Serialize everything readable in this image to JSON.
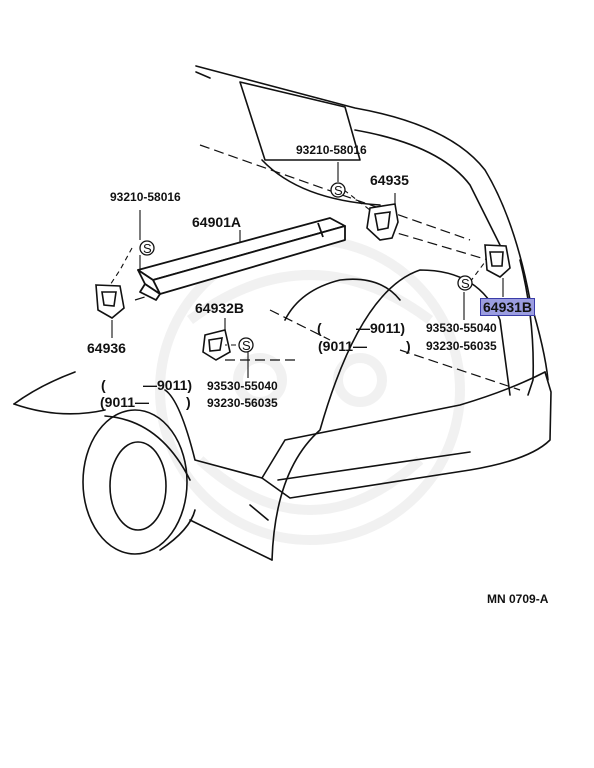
{
  "parts": {
    "bracket_93210_a": "93210-58016",
    "bracket_93210_b": "93210-58016",
    "rail": "64901A",
    "clip_64935": "64935",
    "clip_64936": "64936",
    "clip_64932b": "64932B",
    "clip_64931b": "64931B",
    "screw_93530_a": "93530-55040",
    "screw_93230_a": "93230-56035",
    "screw_93530_b": "93530-55040",
    "screw_93230_b": "93230-56035"
  },
  "ranges": {
    "open_left": "(",
    "close_right": ")",
    "range_upper": "—9011)",
    "range_lower": "(9011—"
  },
  "s_marker": "S",
  "figure_code": "MN  0709-A",
  "colors": {
    "highlight": "#9b9de0",
    "highlight_border": "#3a3ca8",
    "line": "#111111"
  }
}
